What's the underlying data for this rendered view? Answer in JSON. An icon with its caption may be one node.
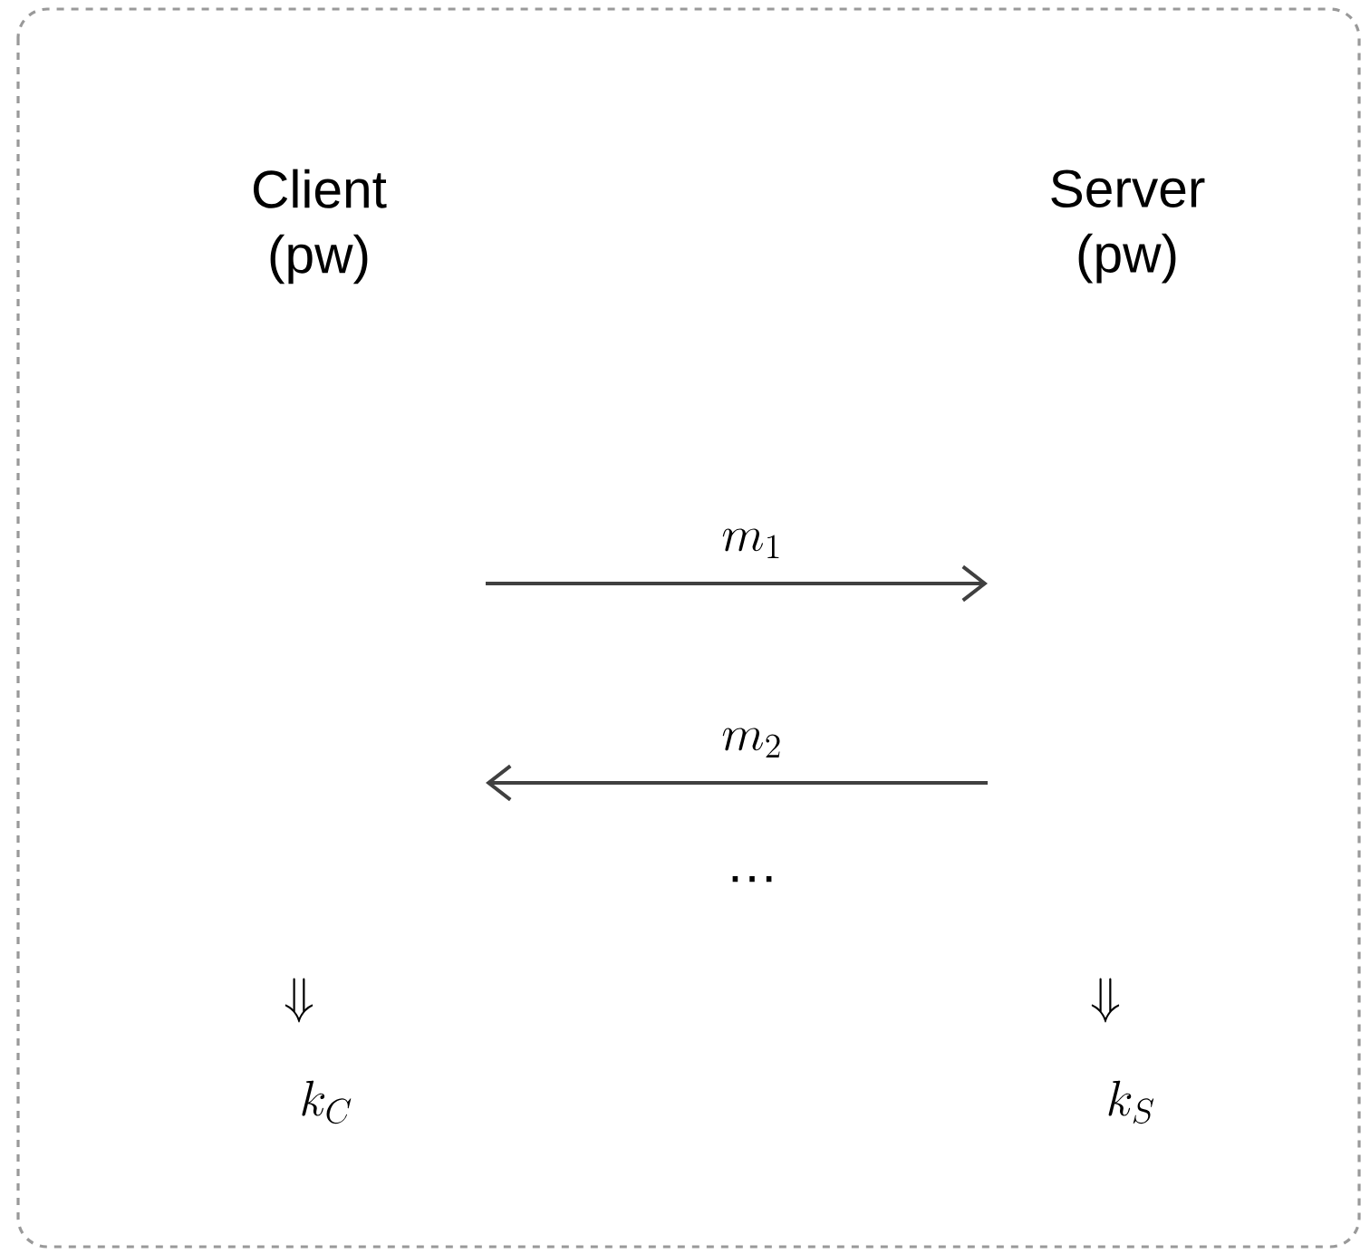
{
  "diagram": {
    "nodes": [
      {
        "text": [
          "Client (pw)"
        ]
      },
      {
        "text": [
          "Server (pw)"
        ]
      }
    ],
    "labels": [
      "m_1",
      "m_2",
      "…",
      "\\Downarrow",
      "\\Downarrow",
      "k_C",
      "k_S"
    ]
  }
}
